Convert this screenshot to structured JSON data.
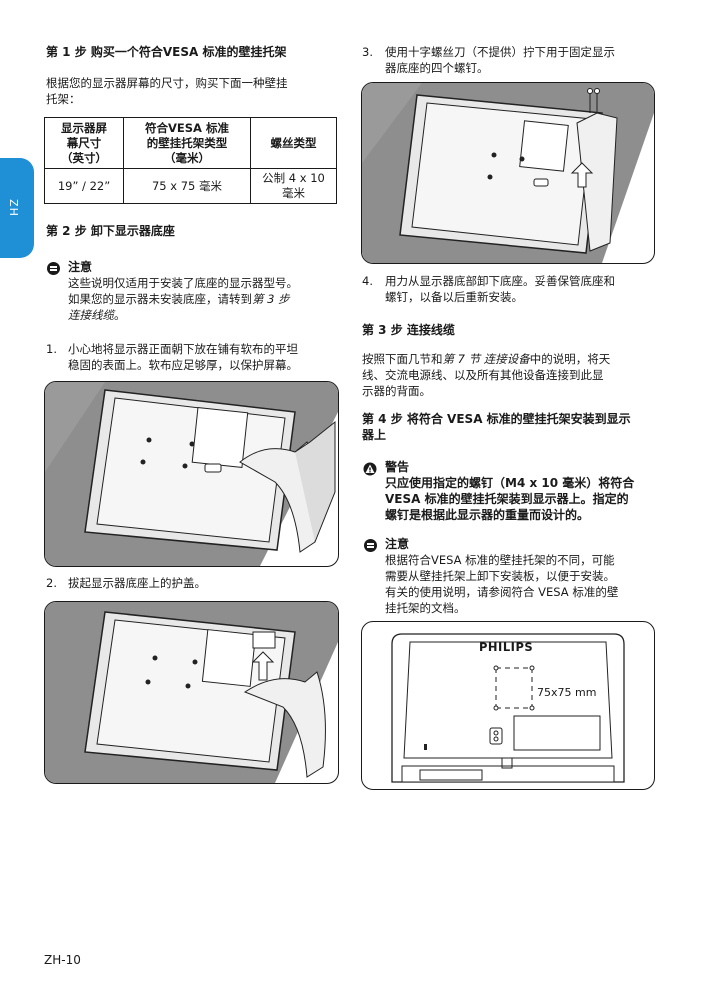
{
  "side_tab": "ZH",
  "step1": {
    "title": "第 1 步 购买一个符合VESA 标准的壁挂托架",
    "intro_line1": "根据您的显示器屏幕的尺寸，购买下面一种壁挂",
    "intro_line2": "托架："
  },
  "table": {
    "headers": [
      [
        "显示器屏",
        "幕尺寸",
        "（英寸）"
      ],
      [
        "符合VESA 标准",
        "的壁挂托架类型",
        "（毫米）"
      ],
      [
        "螺丝类型"
      ]
    ],
    "rows": [
      [
        "19” / 22”",
        "75 x 75 毫米",
        "公制 4 x 10 毫米"
      ]
    ],
    "screw_line1": "公制 4 x 10",
    "screw_line2": "毫米"
  },
  "step2": {
    "title": "第 2 步 卸下显示器底座"
  },
  "note1": {
    "label": "注意",
    "line1": "这些说明仅适用于安装了底座的显示器型号。",
    "line2a": "如果您的显示器未安装底座，请转到",
    "line2b": "第 3 步",
    "line3": "连接线缆",
    "line3b": "。"
  },
  "item1": {
    "num": "1.",
    "line1": "小心地将显示器正面朝下放在铺有软布的平坦",
    "line2": "稳固的表面上。软布应足够厚，以保护屏幕。"
  },
  "item2": {
    "num": "2.",
    "line1": "拔起显示器底座上的护盖。"
  },
  "item3": {
    "num": "3.",
    "line1": "使用十字螺丝刀（不提供）拧下用于固定显示",
    "line2": "器底座的四个螺钉。"
  },
  "item4": {
    "num": "4.",
    "line1": "用力从显示器底部卸下底座。妥善保管底座和",
    "line2": "螺钉，以备以后重新安装。"
  },
  "step3": {
    "title": "第 3 步 连接线缆",
    "line1a": "按照下面几节和",
    "line1b": "第 7 节 连接设备",
    "line1c": "中的说明，将天",
    "line2": "线、交流电源线、以及所有其他设备连接到此显",
    "line3": "示器的背面。"
  },
  "step4": {
    "title_line1": "第 4 步 将符合 VESA 标准的壁挂托架安装到显示",
    "title_line2": "器上"
  },
  "warning": {
    "label": "警告",
    "line1": "只应使用指定的螺钉（M4 x 10 毫米）将符合",
    "line2": "VESA 标准的壁挂托架装到显示器上。指定的",
    "line3": "螺钉是根据此显示器的重量而设计的。"
  },
  "note2": {
    "label": "注意",
    "line1": "根据符合VESA 标准的壁挂托架的不同，可能",
    "line2": "需要从壁挂托架上卸下安装板，以便于安装。",
    "line3": "有关的使用说明，请参阅符合 VESA 标准的壁",
    "line4": "挂托架的文档。"
  },
  "diagram": {
    "brand": "PHILIPS",
    "vesa": "75x75 mm"
  },
  "footer": {
    "page": "ZH-10"
  }
}
